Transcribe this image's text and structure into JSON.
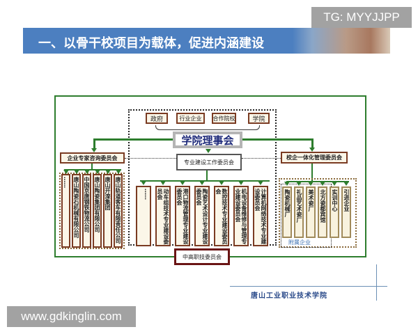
{
  "watermarks": {
    "top": "TG: MYYJJPP",
    "bottom": "www.gdkinglin.com"
  },
  "slide": {
    "title": "一、以骨干校项目为载体，促进内涵建设"
  },
  "colors": {
    "title_bar": "#4c7fc0",
    "connector": "#2d7d2d",
    "box_border": "#7a3b22"
  },
  "diagram": {
    "stakeholders": [
      "政府",
      "行业企业",
      "合作院校",
      "学院"
    ],
    "board": "学院理事会",
    "left_committee": "企业专家咨询委员会",
    "center_committee": "专业建设工作委员会",
    "right_committee": "校企一体化管理委员会",
    "left_members": [
      "……",
      "唐山陶瓷石机械有限公司",
      "中国京唐钢铁物流公司",
      "唐山陶瓷集团有限公司",
      "唐山开滦集团",
      "唐山轨道客车有限责任公司"
    ],
    "center_members": [
      "……",
      "动车组技术专业建设委员会",
      "港口物流管理专业建设委员会",
      "陶瓷艺术设计专业建设委员会",
      "数控技术专业建设委员会",
      "机电设备维修与管理专业建设委员会",
      "计算机网络技术专业建设委员会"
    ],
    "right_members": [
      "陶瓷机械厂",
      "礼品艺术瓷厂",
      "美术瓷厂",
      "北方瓷都宾馆",
      "实训中心",
      "引进企业"
    ],
    "right_group_label": "附属企业",
    "bottom_committee": "中高职技委员会"
  },
  "footer": {
    "school": "唐山工业职业技术学院"
  }
}
